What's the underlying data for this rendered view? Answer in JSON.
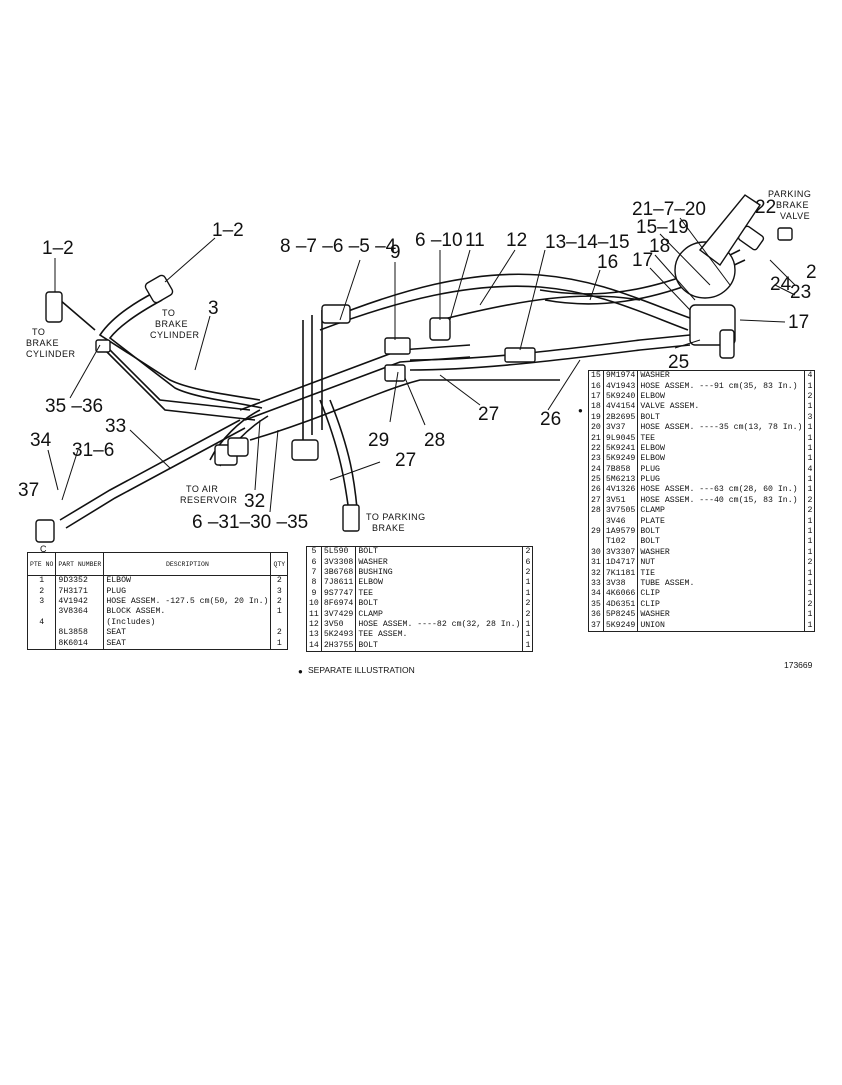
{
  "callouts": {
    "c1_2_left": "1–2",
    "c1_2_top": "1–2",
    "c3": "3",
    "c8_7_6_5_4": "8 –7 –6 –5 –4",
    "c9": "9",
    "c6_10": "6 –10",
    "c11": "11",
    "c12": "12",
    "c13_14_15": "13–14–15",
    "c16": "16",
    "c21_7_20": "21–7–20",
    "c22": "22",
    "c15_19": "15–19",
    "c18": "18",
    "c17_top": "17",
    "c2": "2",
    "c23": "23",
    "c24": "24",
    "c17_right": "17",
    "c25": "25",
    "c35_36": "35 –36",
    "c34": "34",
    "c31_6": "31–6",
    "c33": "33",
    "c37": "37",
    "c29": "29",
    "c28": "28",
    "c27_mid": "27",
    "c26": "26",
    "c27_low": "27",
    "c32": "32",
    "c6_31_30_35": "6 –31–30 –35"
  },
  "notes": {
    "to_brake_cyl_left_1": "TO",
    "to_brake_cyl_left_2": "BRAKE",
    "to_brake_cyl_left_3": "CYLINDER",
    "to_brake_cyl_mid_1": "TO",
    "to_brake_cyl_mid_2": "BRAKE",
    "to_brake_cyl_mid_3": "CYLINDER",
    "parking_valve_1": "PARKING",
    "parking_valve_2": "BRAKE",
    "parking_valve_3": "VALVE",
    "to_air_1": "TO AIR",
    "to_air_2": "RESERVOIR",
    "to_parking_1": "TO PARKING",
    "to_parking_2": "BRAKE",
    "corner_c": "C"
  },
  "table1": {
    "header": {
      "no": "PTE NO",
      "part": "PART NUMBER",
      "desc": "DESCRIPTION",
      "qty": "QTY"
    },
    "rows": [
      {
        "no": "1",
        "part": "9D3352",
        "desc": "ELBOW",
        "qty": "2"
      },
      {
        "no": "2",
        "part": "7H3171",
        "desc": "PLUG",
        "qty": "3"
      },
      {
        "no": "3",
        "part": "4V1942",
        "desc": "HOSE ASSEM. -127.5 cm(50, 20 In.)",
        "qty": "2"
      },
      {
        "no": "",
        "part": "3V8364",
        "desc": "BLOCK ASSEM.",
        "qty": "1"
      },
      {
        "no": "4",
        "part": "",
        "desc": "(Includes)",
        "qty": ""
      },
      {
        "no": "",
        "part": "8L3858",
        "desc": "SEAT",
        "qty": "2"
      },
      {
        "no": "",
        "part": "8K6014",
        "desc": "SEAT",
        "qty": "1"
      }
    ]
  },
  "table2": {
    "rows": [
      {
        "no": "5",
        "part": "5L590",
        "desc": "BOLT",
        "qty": "2"
      },
      {
        "no": "6",
        "part": "3V3308",
        "desc": "WASHER",
        "qty": "6"
      },
      {
        "no": "7",
        "part": "3B6768",
        "desc": "BUSHING",
        "qty": "2"
      },
      {
        "no": "8",
        "part": "7J8611",
        "desc": "ELBOW",
        "qty": "1"
      },
      {
        "no": "9",
        "part": "9S7747",
        "desc": "TEE",
        "qty": "1"
      },
      {
        "no": "10",
        "part": "8F6974",
        "desc": "BOLT",
        "qty": "2"
      },
      {
        "no": "11",
        "part": "3V7429",
        "desc": "CLAMP",
        "qty": "2"
      },
      {
        "no": "12",
        "part": "3V50",
        "desc": "HOSE ASSEM. ----82 cm(32, 28 In.)",
        "qty": "1"
      },
      {
        "no": "13",
        "part": "5K2493",
        "desc": "TEE ASSEM.",
        "qty": "1"
      },
      {
        "no": "14",
        "part": "2H3755",
        "desc": "BOLT",
        "qty": "1"
      }
    ]
  },
  "table3": {
    "rows": [
      {
        "no": "15",
        "part": "9M1974",
        "desc": "WASHER",
        "qty": "4"
      },
      {
        "no": "16",
        "part": "4V1943",
        "desc": "HOSE ASSEM. ---91 cm(35, 83 In.)",
        "qty": "1"
      },
      {
        "no": "17",
        "part": "5K9240",
        "desc": "ELBOW",
        "qty": "2"
      },
      {
        "no": "18",
        "part": "4V4154",
        "desc": "VALVE ASSEM.",
        "qty": "1"
      },
      {
        "no": "19",
        "part": "2B2695",
        "desc": "BOLT",
        "qty": "3"
      },
      {
        "no": "20",
        "part": "3V37",
        "desc": "HOSE ASSEM. ----35 cm(13, 78 In.)",
        "qty": "1"
      },
      {
        "no": "21",
        "part": "9L9045",
        "desc": "TEE",
        "qty": "1"
      },
      {
        "no": "22",
        "part": "5K9241",
        "desc": "ELBOW",
        "qty": "1"
      },
      {
        "no": "23",
        "part": "5K9249",
        "desc": "ELBOW",
        "qty": "1"
      },
      {
        "no": "24",
        "part": "7B858",
        "desc": "PLUG",
        "qty": "4"
      },
      {
        "no": "25",
        "part": "5M6213",
        "desc": "PLUG",
        "qty": "1"
      },
      {
        "no": "26",
        "part": "4V1326",
        "desc": "HOSE ASSEM. ---63 cm(28, 60 In.)",
        "qty": "1"
      },
      {
        "no": "27",
        "part": "3V51",
        "desc": "HOSE ASSEM. ---40 cm(15, 83 In.)",
        "qty": "2"
      },
      {
        "no": "28",
        "part": "3V7505",
        "desc": "CLAMP",
        "qty": "2"
      },
      {
        "no": "",
        "part": "3V46",
        "desc": "PLATE",
        "qty": "1"
      },
      {
        "no": "29",
        "part": "1A9579",
        "desc": "BOLT",
        "qty": "1"
      },
      {
        "no": "",
        "part": "T102",
        "desc": "BOLT",
        "qty": "1"
      },
      {
        "no": "30",
        "part": "3V3307",
        "desc": "WASHER",
        "qty": "1"
      },
      {
        "no": "31",
        "part": "1D4717",
        "desc": "NUT",
        "qty": "2"
      },
      {
        "no": "32",
        "part": "7K1181",
        "desc": "TIE",
        "qty": "1"
      },
      {
        "no": "33",
        "part": "3V38",
        "desc": "TUBE ASSEM.",
        "qty": "1"
      },
      {
        "no": "34",
        "part": "4K6066",
        "desc": "CLIP",
        "qty": "1"
      },
      {
        "no": "35",
        "part": "4D6351",
        "desc": "CLIP",
        "qty": "2"
      },
      {
        "no": "36",
        "part": "5P8245",
        "desc": "WASHER",
        "qty": "1"
      },
      {
        "no": "37",
        "part": "5K9249",
        "desc": "UNION",
        "qty": "1"
      }
    ]
  },
  "footnote": "SEPARATE ILLUSTRATION",
  "figure_id": "173669"
}
